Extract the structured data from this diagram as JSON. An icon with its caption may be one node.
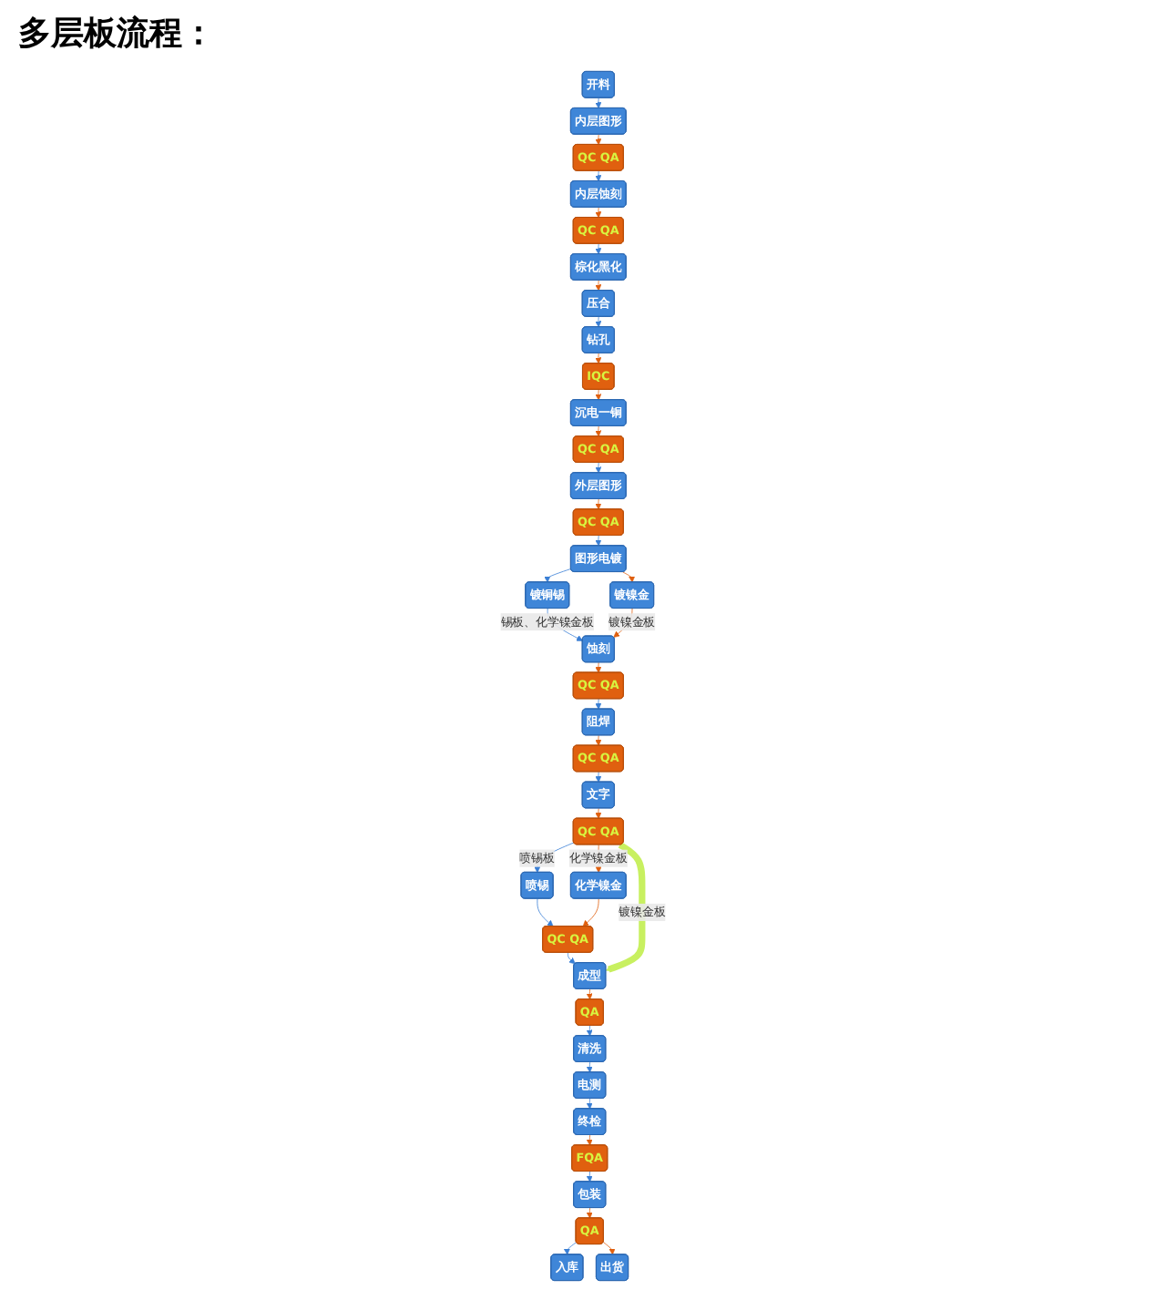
{
  "diagram": {
    "title": "多层板流程：",
    "nodes": [
      {
        "text": [
          "开料"
        ]
      },
      {
        "text": [
          "内层图形"
        ]
      },
      {
        "text": [
          "QC QA"
        ]
      },
      {
        "text": [
          "内层蚀刻"
        ]
      },
      {
        "text": [
          "QC QA"
        ]
      },
      {
        "text": [
          "棕化黑化"
        ]
      },
      {
        "text": [
          "外层图形"
        ]
      },
      {
        "text": [
          "QC QA"
        ]
      },
      {
        "text": [
          "沉电一铜"
        ]
      },
      {
        "text": [
          "IQC"
        ]
      },
      {
        "text": [
          "钻孔"
        ]
      },
      {
        "text": [
          "压合"
        ]
      },
      {
        "text": [
          "QC QA"
        ]
      },
      {
        "text": [
          "图形电镀"
        ]
      },
      {
        "text": [
          "镀铜锡"
        ]
      },
      {
        "text": [
          "镀镍金"
        ]
      },
      {
        "text": [
          "蚀刻"
        ]
      },
      {
        "text": [
          "QC QA"
        ]
      },
      {
        "text": [
          "阻焊"
        ]
      },
      {
        "text": [
          "成型"
        ]
      },
      {
        "text": [
          "QC QA"
        ]
      },
      {
        "text": [
          "喷锡"
        ]
      },
      {
        "text": [
          "化学镍金"
        ]
      },
      {
        "text": [
          "QC QA"
        ]
      },
      {
        "text": [
          "文字"
        ]
      },
      {
        "text": [
          "QC QA"
        ]
      },
      {
        "text": [
          "QA"
        ]
      },
      {
        "text": [
          "清洗"
        ]
      },
      {
        "text": [
          "电测"
        ]
      },
      {
        "text": [
          "终检"
        ]
      },
      {
        "text": [
          "FQA"
        ]
      },
      {
        "text": [
          "包装"
        ]
      },
      {
        "text": [
          "入库"
        ]
      },
      {
        "text": [
          "QA"
        ]
      },
      {
        "text": [
          "出货"
        ]
      }
    ],
    "edges": [
      {
        "from": 0,
        "to": 1,
        "arrow": "to",
        "color": "#3a7fd5"
      },
      {
        "from": 1,
        "to": 2,
        "arrow": "to",
        "color": "#e0600f"
      },
      {
        "from": 2,
        "to": 3,
        "arrow": "to",
        "color": "#3a7fd5"
      },
      {
        "from": 3,
        "to": 4,
        "arrow": "to",
        "color": "#e0600f"
      },
      {
        "from": 4,
        "to": 5,
        "arrow": "to",
        "color": "#3a7fd5"
      },
      {
        "from": 5,
        "to": 11,
        "arrow": "to",
        "color": "#e0600f"
      },
      {
        "from": 11,
        "to": 10,
        "arrow": "to",
        "color": "#3a7fd5"
      },
      {
        "from": 10,
        "to": 9,
        "arrow": "to",
        "color": "#e0600f"
      },
      {
        "from": 9,
        "to": 8,
        "arrow": "to",
        "color": "#e0600f"
      },
      {
        "from": 8,
        "to": 7,
        "arrow": "to",
        "color": "#e0600f"
      },
      {
        "from": 7,
        "to": 6,
        "arrow": "to",
        "color": "#3a7fd5"
      },
      {
        "from": 6,
        "to": 12,
        "arrow": "to",
        "color": "#e0600f"
      },
      {
        "from": 12,
        "to": 13,
        "arrow": "to",
        "color": "#3a7fd5"
      },
      {
        "from": 13,
        "to": 14,
        "arrow": "to",
        "color": "#3a7fd5"
      },
      {
        "from": 13,
        "to": 15,
        "arrow": "to",
        "color": "#e0600f"
      },
      {
        "from": 14,
        "to": 16,
        "arrow": "to",
        "label": "锡板、化学镍金板",
        "color": "#3a7fd5"
      },
      {
        "from": 15,
        "to": 16,
        "arrow": "to",
        "label": "镀镍金板",
        "color": "#e0600f"
      },
      {
        "from": 16,
        "to": 17,
        "arrow": "to",
        "color": "#e0600f"
      },
      {
        "from": 17,
        "to": 18,
        "arrow": "to",
        "color": "#3a7fd5"
      },
      {
        "from": 18,
        "to": 25,
        "arrow": "to",
        "color": "#e0600f"
      },
      {
        "from": 25,
        "to": 24,
        "arrow": "to",
        "color": "#3a7fd5"
      },
      {
        "from": 24,
        "to": 23,
        "arrow": "to",
        "color": "#e0600f"
      },
      {
        "from": 23,
        "to": 21,
        "arrow": "to",
        "label": "喷锡板",
        "color": "#3a7fd5"
      },
      {
        "from": 23,
        "to": 22,
        "arrow": "to",
        "label": "化学镍金板",
        "color": "#e0600f"
      },
      {
        "from": 21,
        "to": 20,
        "arrow": "to",
        "color": "#3a7fd5"
      },
      {
        "from": 22,
        "to": 20,
        "arrow": "to",
        "color": "#e0600f"
      },
      {
        "from": 20,
        "to": 19,
        "arrow": "to",
        "color": "#3a7fd5"
      },
      {
        "from": 23,
        "to": 19,
        "arrow": "to",
        "label": "镀镍金板",
        "style": "thick",
        "color": "#c8f060"
      },
      {
        "from": 19,
        "to": 26,
        "arrow": "to",
        "color": "#e0600f"
      },
      {
        "from": 26,
        "to": 27,
        "arrow": "to",
        "color": "#3a7fd5"
      },
      {
        "from": 27,
        "to": 28,
        "arrow": "to",
        "color": "#3a7fd5"
      },
      {
        "from": 28,
        "to": 29,
        "arrow": "to",
        "color": "#3a7fd5"
      },
      {
        "from": 29,
        "to": 30,
        "arrow": "to",
        "color": "#e0600f"
      },
      {
        "from": 30,
        "to": 31,
        "arrow": "to",
        "color": "#3a7fd5"
      },
      {
        "from": 31,
        "to": 33,
        "arrow": "to",
        "color": "#e0600f"
      },
      {
        "from": 33,
        "to": 32,
        "arrow": "to",
        "color": "#3a7fd5"
      },
      {
        "from": 33,
        "to": 34,
        "arrow": "to",
        "color": "#e0600f"
      }
    ]
  }
}
